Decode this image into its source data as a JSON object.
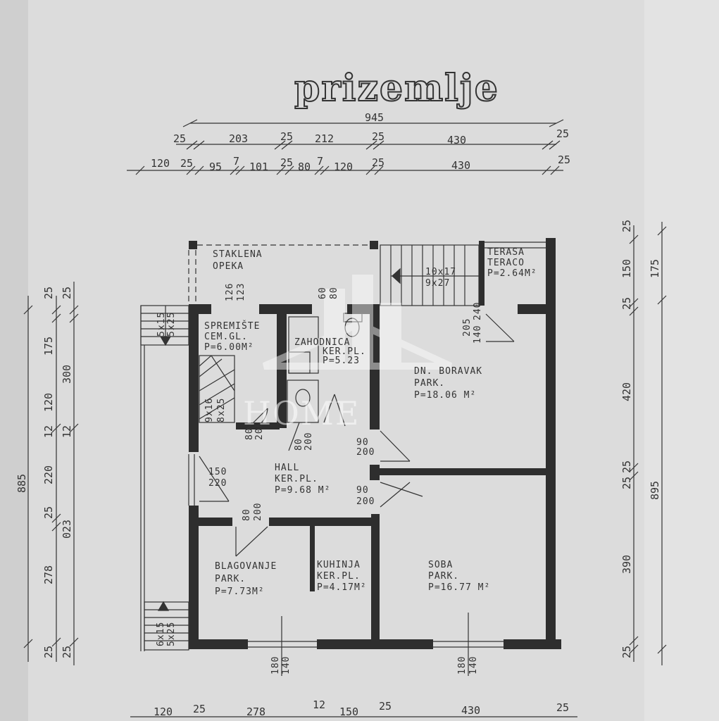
{
  "title": "prizemlje",
  "watermark": "HOME",
  "top_dims": {
    "overall": "945",
    "row1": [
      "25",
      "203",
      "25",
      "212",
      "25",
      "430",
      "25"
    ],
    "row2": [
      "120",
      "25",
      "95",
      "7",
      "101",
      "25",
      "80",
      "7",
      "120",
      "25",
      "430",
      "25"
    ]
  },
  "bottom_dims": [
    "120",
    "25",
    "278",
    "12",
    "150",
    "25",
    "430",
    "25"
  ],
  "left_dims": {
    "overall": "885",
    "outer": [
      "25",
      "175",
      "120",
      "12",
      "220",
      "25",
      "278",
      "25"
    ],
    "inner": [
      "25",
      "300",
      "12",
      "023",
      "25"
    ]
  },
  "right_dims": {
    "overall": "895",
    "outer": [
      "175",
      "420",
      "390",
      "25"
    ],
    "inner": [
      "25",
      "150",
      "25",
      "25",
      "25"
    ]
  },
  "rooms": {
    "staklena": [
      "STAKLENA",
      "OPEKA"
    ],
    "terasa": [
      "TERASA",
      "TERACO",
      "P=2.64M²"
    ],
    "spremiste": [
      "SPREMIŠTE",
      "CEM.GL.",
      "P=6.00M²"
    ],
    "zahodnica": [
      "ZAHODNICA",
      "KER.PL.",
      "P=5.23"
    ],
    "boravak": [
      "DN. BORAVAK",
      "PARK.",
      "P=18.06 M²"
    ],
    "hall": [
      "HALL",
      "KER.PL.",
      "P=9.68 M²"
    ],
    "blagovanje": [
      "BLAGOVANJE",
      "PARK.",
      "P=7.73M²"
    ],
    "kuhinja": [
      "KUHINJA",
      "KER.PL.",
      "P=4.17M²"
    ],
    "soba": [
      "SOBA",
      "PARK.",
      "P=16.77 M²"
    ]
  },
  "stairs": {
    "main": [
      "10x17",
      "9x27"
    ],
    "left_top": [
      "5x15",
      "5x25"
    ],
    "left_inner": [
      "9x16",
      "8x25"
    ],
    "left_bottom": [
      "6x15",
      "5x25"
    ]
  },
  "door_labels": [
    "80",
    "200",
    "80",
    "200",
    "90",
    "200",
    "90",
    "200",
    "150",
    "220",
    "80",
    "200",
    "205",
    "140",
    "240"
  ],
  "window_labels": [
    "180",
    "140",
    "180",
    "140"
  ],
  "small_labels": [
    "126",
    "123",
    "60",
    "80"
  ]
}
